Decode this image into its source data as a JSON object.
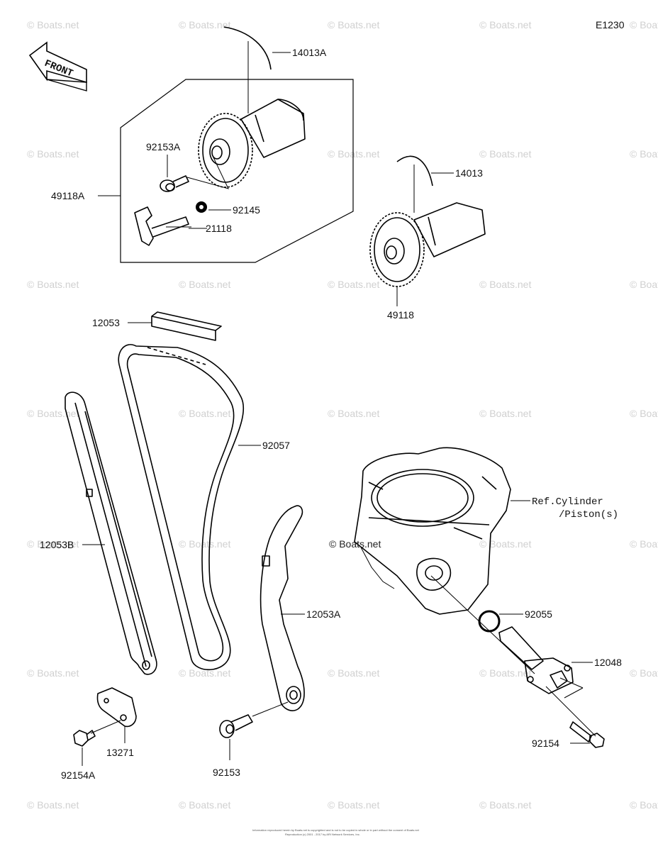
{
  "diagram": {
    "code": "E1230",
    "front_label": "FRONT",
    "watermark": "© Boats.net",
    "center_watermark": "© Boats.net",
    "footer_line1": "Information reproduced herein by Boats.net is copyrighted and is not to be copied in whole or in part without the consent of Boats.net",
    "footer_line2": "Reproduction (c) 2001 - 2017 by ARI Network Services, Inc.",
    "callouts": {
      "p14013A": "14013A",
      "p92153A": "92153A",
      "p49118A": "49118A",
      "p92145": "92145",
      "p21118": "21118",
      "p14013": "14013",
      "p49118": "49118",
      "p12053": "12053",
      "p92057": "92057",
      "p12053B": "12053B",
      "p12053A": "12053A",
      "ref_line1": "Ref.Cylinder",
      "ref_line2": "/Piston(s)",
      "p92055": "92055",
      "p12048": "12048",
      "p92154": "92154",
      "p13271": "13271",
      "p92154A": "92154A",
      "p92153": "92153"
    }
  }
}
